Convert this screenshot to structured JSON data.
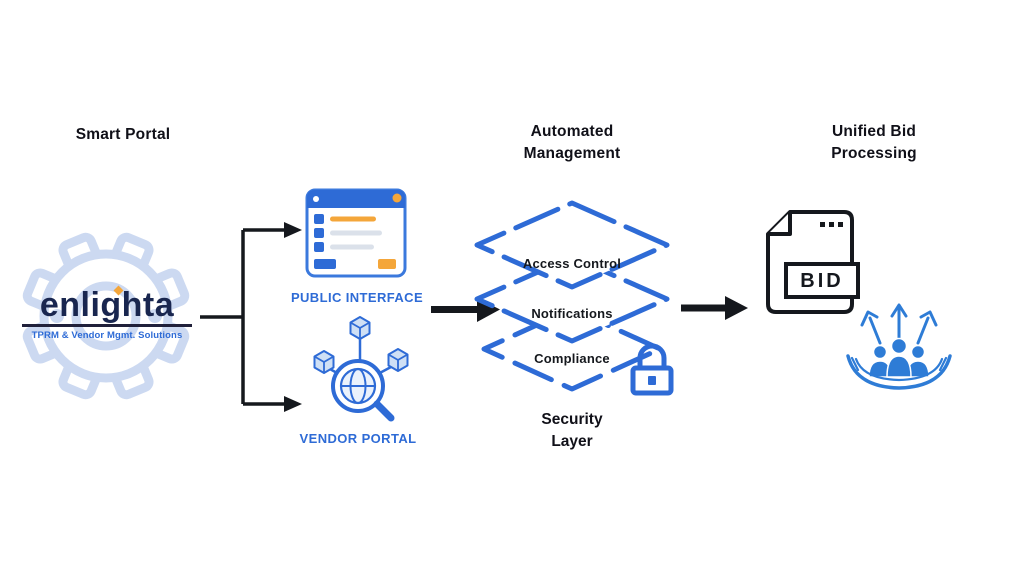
{
  "headings": {
    "smart_portal": "Smart Portal",
    "automated_line1": "Automated",
    "automated_line2": "Management",
    "unified_line1": "Unified Bid",
    "unified_line2": "Processing"
  },
  "logo": {
    "brand": "enlighta",
    "tagline": "TPRM & Vendor Mgmt. Solutions"
  },
  "branches": {
    "public_interface_label": "PUBLIC INTERFACE",
    "vendor_portal_label": "VENDOR PORTAL"
  },
  "security_stack": {
    "layers": [
      "Access Control",
      "Notifications",
      "Compliance"
    ],
    "caption_line1": "Security",
    "caption_line2": "Layer"
  },
  "bid_processing": {
    "document_label": "BID"
  },
  "icons": {
    "logo_background": "gear-icon",
    "public_interface": "browser-window-icon",
    "vendor_portal": "globe-network-search-icon",
    "security_stack": "stacked-layers-icon",
    "security_lock": "padlock-icon",
    "bid_document": "document-icon",
    "bid_team": "team-growth-icon"
  },
  "colors": {
    "accent_blue": "#2e6bd6",
    "team_blue": "#2e7cd6",
    "light_blue": "#ccd9f1",
    "navy": "#19264f",
    "orange": "#f4a63a",
    "line_black": "#15181d",
    "background": "#ffffff"
  }
}
